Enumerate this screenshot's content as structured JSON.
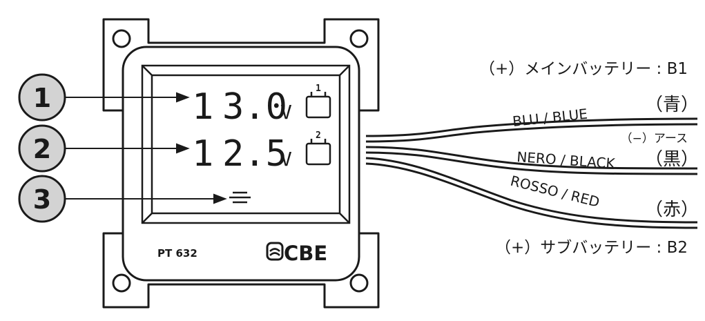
{
  "callouts": [
    {
      "num": "1"
    },
    {
      "num": "2"
    },
    {
      "num": "3"
    }
  ],
  "display": {
    "line1": {
      "digit_a": "1",
      "digits_b": "3.0",
      "unit": "V",
      "battery_index": "1"
    },
    "line2": {
      "digit_a": "1",
      "digits_b": "2.5",
      "unit": "V",
      "battery_index": "2"
    },
    "ground_symbol": "≡"
  },
  "device": {
    "model": "PT 632",
    "brand": "CBE"
  },
  "wires": {
    "main_battery_label": "（+）メインバッテリー : B1",
    "blue": {
      "name": "BLU / BLUE",
      "color_jp": "（青）"
    },
    "earth_label": "（−）アース",
    "black": {
      "name": "NERO / BLACK",
      "color_jp": "（黒）"
    },
    "red": {
      "name": "ROSSO / RED",
      "color_jp": "（赤）"
    },
    "sub_battery_label": "（+）サブバッテリー : B2"
  },
  "colors": {
    "stroke": "#1a1a1a",
    "callout_fill": "#d3d3d3"
  }
}
